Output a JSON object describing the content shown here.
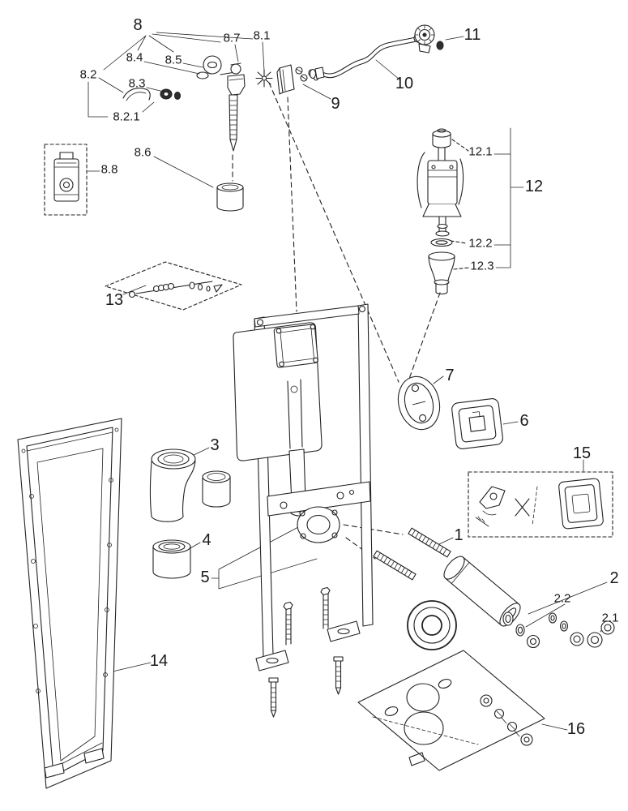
{
  "colors": {
    "background": "#ffffff",
    "line": "#222222",
    "label_text": "#1a1a1a"
  },
  "labels": {
    "p1": "1",
    "p2": "2",
    "p2_1": "2.1",
    "p2_2": "2.2",
    "p3": "3",
    "p4": "4",
    "p5": "5",
    "p6": "6",
    "p7": "7",
    "p8": "8",
    "p8_1": "8.1",
    "p8_2": "8.2",
    "p8_2_1": "8.2.1",
    "p8_3": "8.3",
    "p8_4": "8.4",
    "p8_5": "8.5",
    "p8_6": "8.6",
    "p8_7": "8.7",
    "p8_8": "8.8",
    "p9": "9",
    "p10": "10",
    "p11": "11",
    "p12": "12",
    "p12_1": "12.1",
    "p12_2": "12.2",
    "p12_3": "12.3",
    "p13": "13",
    "p14": "14",
    "p15": "15",
    "p16": "16"
  }
}
